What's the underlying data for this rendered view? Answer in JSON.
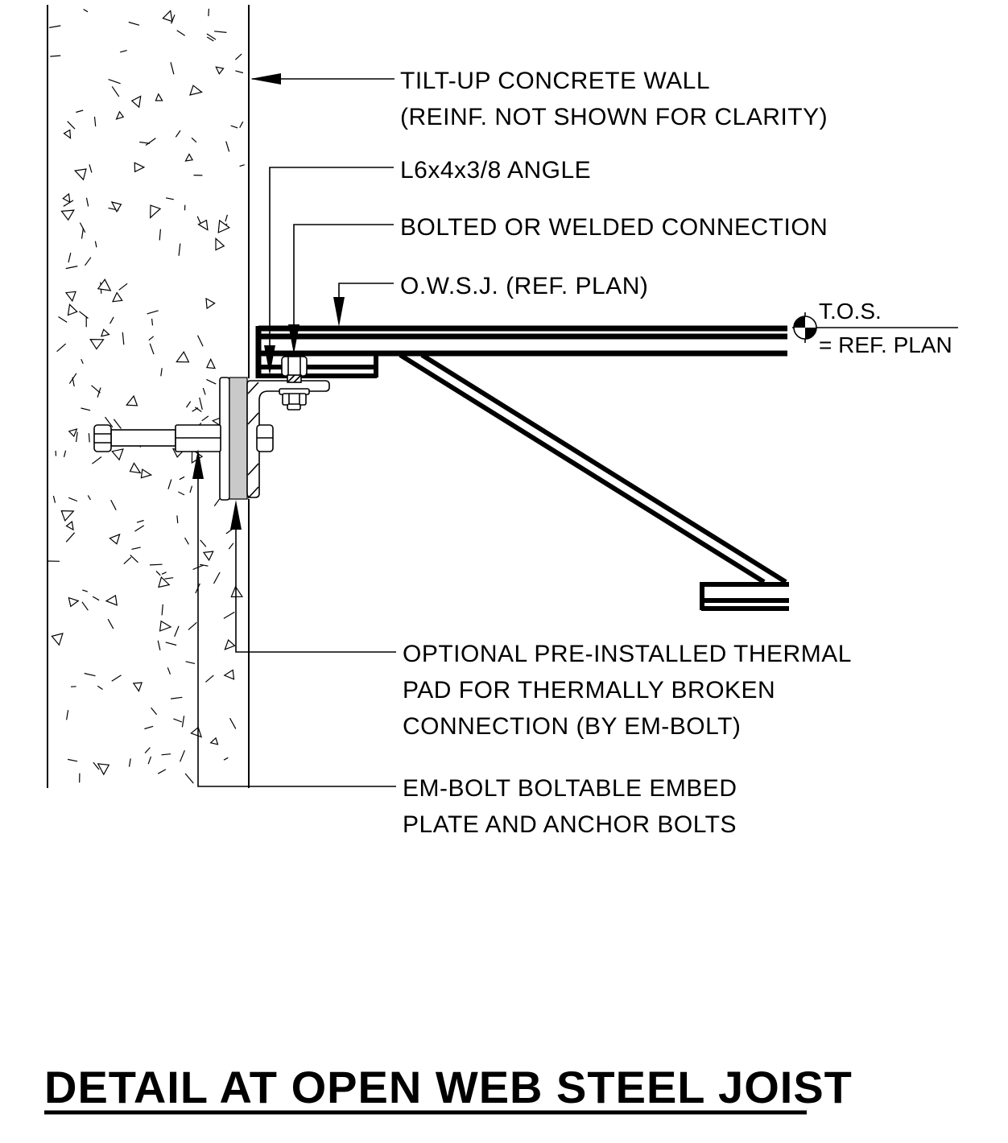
{
  "title": {
    "text": "DETAIL AT OPEN WEB STEEL JOIST"
  },
  "labels": {
    "tilt_up_wall": {
      "line1": "TILT-UP CONCRETE WALL",
      "line2": "(REINF. NOT SHOWN FOR CLARITY)"
    },
    "angle": {
      "text": "L6x4x3/8 ANGLE"
    },
    "bolted_connection": {
      "text": "BOLTED OR WELDED CONNECTION"
    },
    "owsj": {
      "text": "O.W.S.J. (REF. PLAN)"
    },
    "tos": {
      "line1": "T.O.S.",
      "line2": "= REF. PLAN"
    },
    "thermal_pad": {
      "line1": "OPTIONAL PRE-INSTALLED THERMAL",
      "line2": "PAD FOR THERMALLY BROKEN",
      "line3": "CONNECTION (BY EM-BOLT)"
    },
    "embed_plate": {
      "line1": "EM-BOLT BOLTABLE EMBED",
      "line2": "PLATE AND ANCHOR BOLTS"
    }
  },
  "colors": {
    "line": "#000000",
    "pad_fill": "#c9c9c9",
    "background": "#ffffff"
  }
}
